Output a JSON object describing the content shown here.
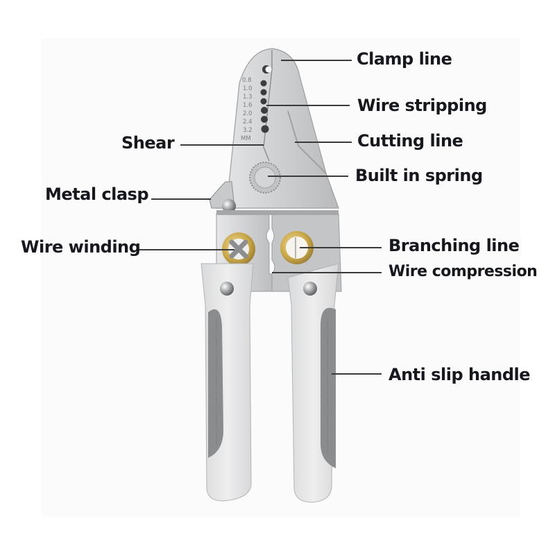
{
  "diagram": {
    "subject": "Wire stripper pliers",
    "colors": {
      "background": "#ffffff",
      "label_text": "#16181d",
      "leader_line": "#3a3a3a",
      "steel": "#c9cacc",
      "handle_light": "#e3e4e5",
      "handle_grip": "#8a8c8e",
      "brass": "#c9a74a"
    },
    "scale_markings": {
      "values": [
        "0.8",
        "1.0",
        "1.3",
        "1.6",
        "2.0",
        "2.4",
        "3.2"
      ],
      "unit": "MM"
    },
    "labels": [
      {
        "id": "clamp-line",
        "text": "Clamp line",
        "side": "right"
      },
      {
        "id": "wire-stripping",
        "text": "Wire stripping",
        "side": "right"
      },
      {
        "id": "shear",
        "text": "Shear",
        "side": "left"
      },
      {
        "id": "cutting-line",
        "text": "Cutting line",
        "side": "right"
      },
      {
        "id": "built-in-spring",
        "text": "Built in spring",
        "side": "right"
      },
      {
        "id": "metal-clasp",
        "text": "Metal clasp",
        "side": "left"
      },
      {
        "id": "wire-winding",
        "text": "Wire winding",
        "side": "left"
      },
      {
        "id": "branching-line",
        "text": "Branching line",
        "side": "right"
      },
      {
        "id": "wire-compression",
        "text": "Wire compression",
        "side": "right"
      },
      {
        "id": "anti-slip-handle",
        "text": "Anti slip handle",
        "side": "right"
      }
    ]
  }
}
